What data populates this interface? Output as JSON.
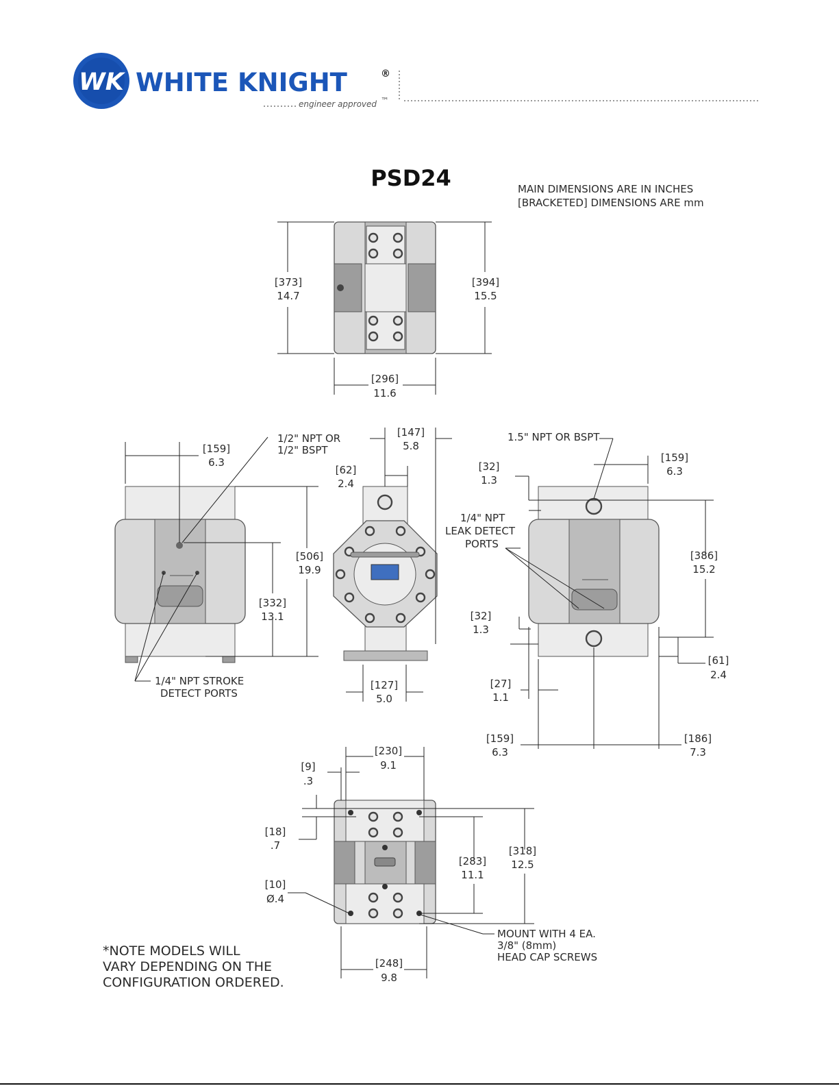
{
  "logo": {
    "mark": "WK",
    "brand": "WHITE KNIGHT",
    "registered": "®",
    "tagline": "engineer approved",
    "tm": "™"
  },
  "drawing": {
    "model": "PSD24",
    "units_line1": "MAIN DIMENSIONS ARE IN INCHES",
    "units_line2": "[BRACKETED] DIMENSIONS ARE mm"
  },
  "dimensions": {
    "top_height_left": {
      "mm": "373",
      "in": "14.7"
    },
    "top_height_right": {
      "mm": "394",
      "in": "15.5"
    },
    "top_width": {
      "mm": "296",
      "in": "11.6"
    },
    "left_port_offset": {
      "mm": "159",
      "in": "6.3"
    },
    "left_total_height": {
      "mm": "506",
      "in": "19.9"
    },
    "left_port_height": {
      "mm": "332",
      "in": "13.1"
    },
    "side_outlet_width": {
      "mm": "62",
      "in": "2.4"
    },
    "side_depth": {
      "mm": "147",
      "in": "5.8"
    },
    "side_base_width": {
      "mm": "127",
      "in": "5.0"
    },
    "right_top_offset": {
      "mm": "32",
      "in": "1.3"
    },
    "right_port_offset": {
      "mm": "159",
      "in": "6.3"
    },
    "right_height": {
      "mm": "386",
      "in": "15.2"
    },
    "right_bottom_offset": {
      "mm": "32",
      "in": "1.3"
    },
    "right_bottom_height": {
      "mm": "61",
      "in": "2.4"
    },
    "right_edge": {
      "mm": "27",
      "in": "1.1"
    },
    "right_base_left": {
      "mm": "159",
      "in": "6.3"
    },
    "right_base_right": {
      "mm": "186",
      "in": "7.3"
    },
    "bottom_top_width": {
      "mm": "230",
      "in": "9.1"
    },
    "bottom_inset": {
      "mm": "9",
      "in": ".3"
    },
    "bottom_row_offset": {
      "mm": "18",
      "in": ".7"
    },
    "bottom_inner_height": {
      "mm": "283",
      "in": "11.1"
    },
    "bottom_outer_height": {
      "mm": "318",
      "in": "12.5"
    },
    "bottom_hole": {
      "mm": "10",
      "in": "Ø.4"
    },
    "bottom_base_width": {
      "mm": "248",
      "in": "9.8"
    }
  },
  "callouts": {
    "inlet_1": "1/2\" NPT OR",
    "inlet_2": "1/2\" BSPT",
    "main_port": "1.5\" NPT OR BSPT",
    "leak_1": "1/4\" NPT",
    "leak_2": "LEAK DETECT",
    "leak_3": "PORTS",
    "stroke_1": "1/4\" NPT STROKE",
    "stroke_2": "DETECT PORTS",
    "mount_1": "MOUNT WITH 4 EA.",
    "mount_2": "3/8\" (8mm)",
    "mount_3": "HEAD CAP SCREWS"
  },
  "footnote": {
    "line1": "*NOTE MODELS WILL",
    "line2": "VARY DEPENDING ON THE",
    "line3": "CONFIGURATION ORDERED."
  },
  "colors": {
    "brand_blue": "#1b56b8",
    "logo_dark": "#0d3f97",
    "line": "#222222"
  }
}
